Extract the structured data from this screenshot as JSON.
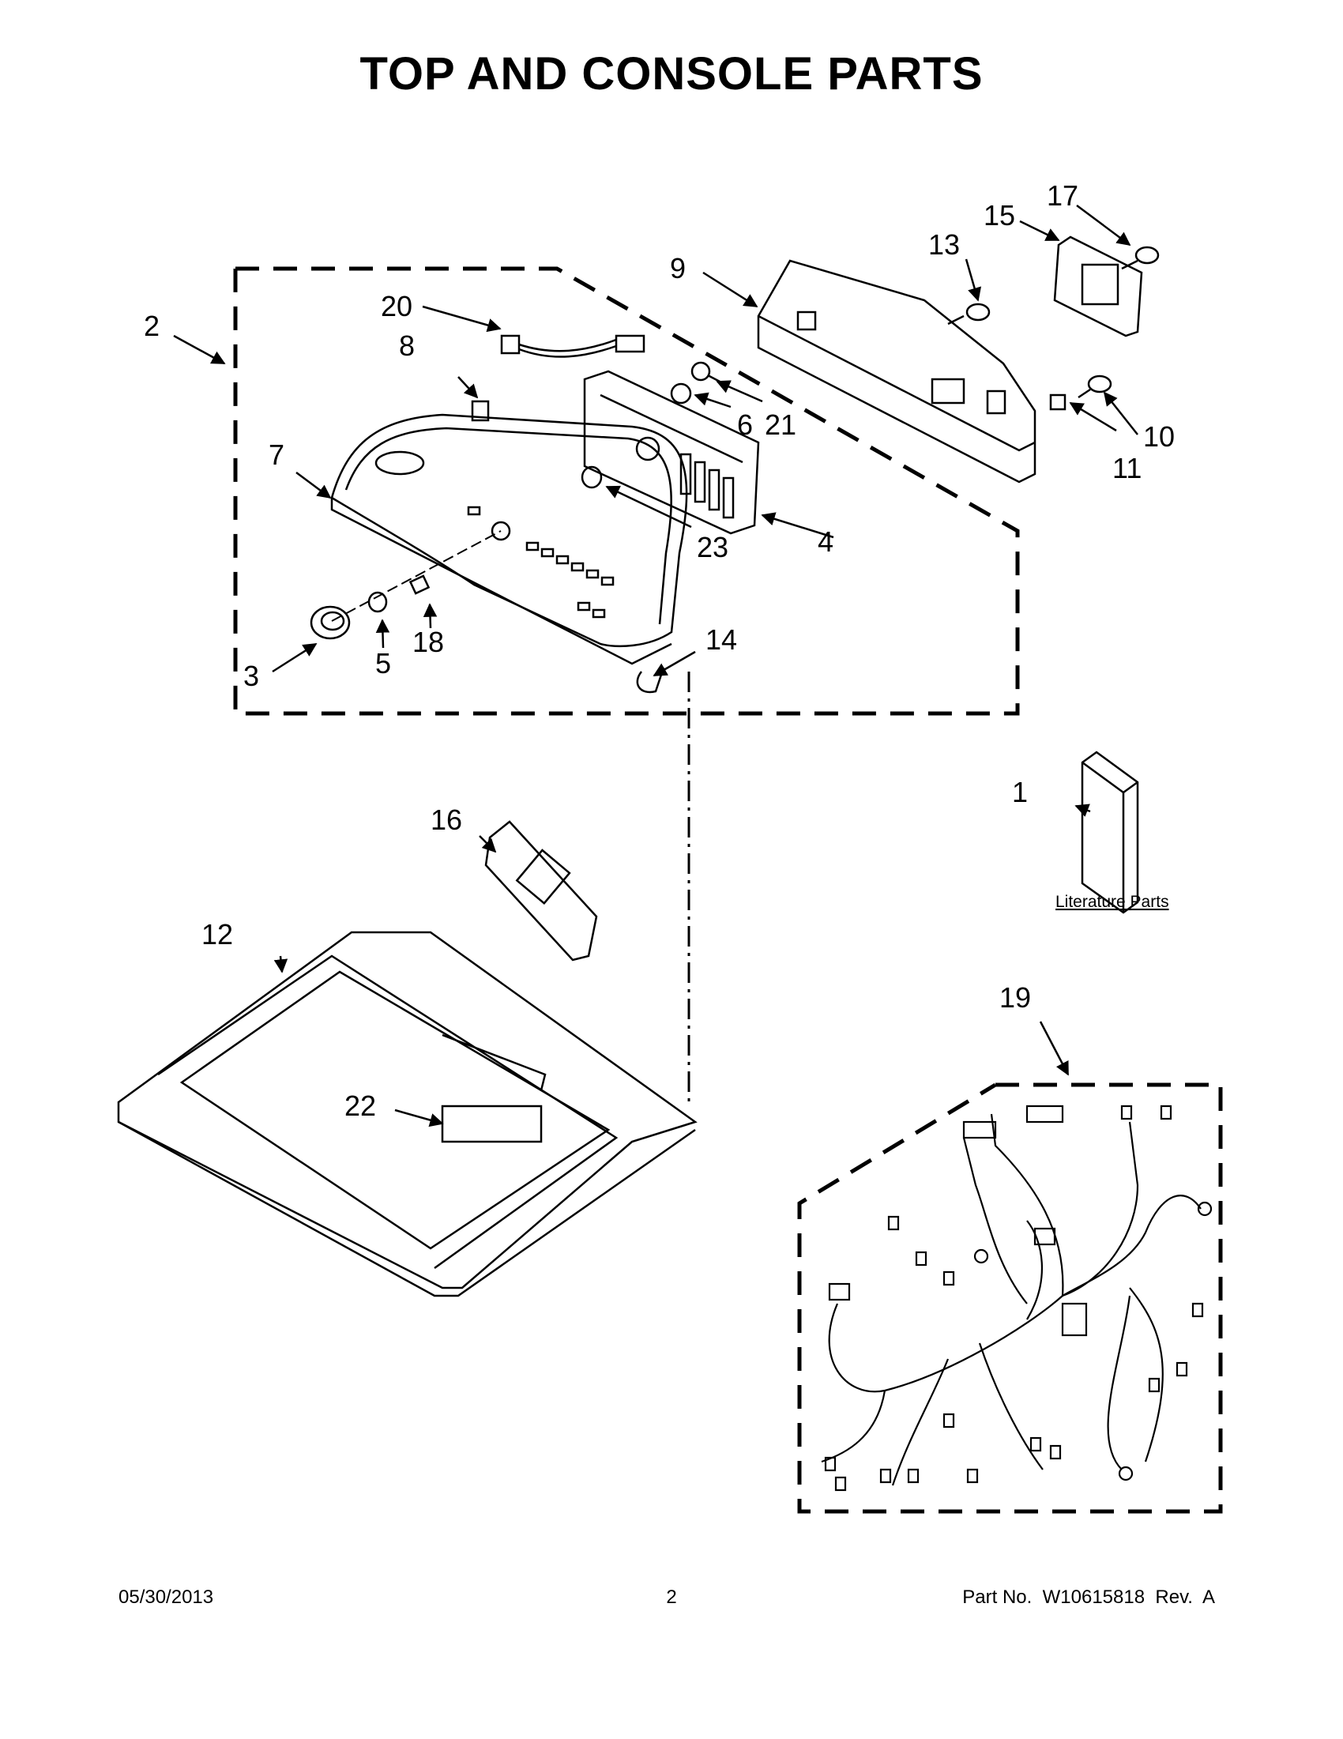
{
  "title": "TOP AND CONSOLE PARTS",
  "literature_label": "Literature Parts",
  "callouts": {
    "c1": "1",
    "c2": "2",
    "c3": "3",
    "c4": "4",
    "c5": "5",
    "c6": "6",
    "c7": "7",
    "c8": "8",
    "c9": "9",
    "c10": "10",
    "c11": "11",
    "c12": "12",
    "c13": "13",
    "c14": "14",
    "c15": "15",
    "c16": "16",
    "c17": "17",
    "c18": "18",
    "c19": "19",
    "c20": "20",
    "c21": "21",
    "c22": "22",
    "c23": "23"
  },
  "footer": {
    "date": "05/30/2013",
    "page": "2",
    "part_no": "Part No.  W10615818  Rev.  A"
  }
}
